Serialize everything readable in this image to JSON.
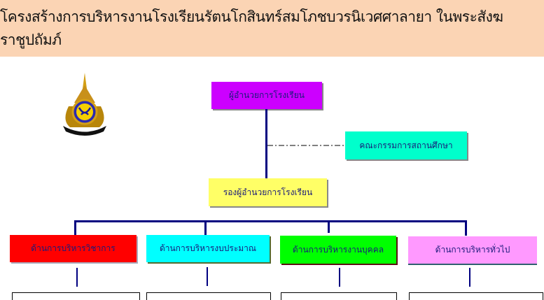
{
  "title": "โครงสร้างการบริหารงานโรงเรียนรัตนโกสินทร์สมโภชบวรนิเวศศาลายา ในพระสังฆราชูปถัมภ์",
  "logo": {
    "icon": "school-crest-logo"
  },
  "director": {
    "label": "ผู้อำนวยการโรงเรียน",
    "color": "#cc00ff"
  },
  "committee": {
    "label": "คณะกรรมการสถานศึกษา",
    "color": "#00ffcc"
  },
  "deputy": {
    "label": "รองผู้อำนวยการโรงเรียน",
    "color": "#ffff66"
  },
  "departments": [
    {
      "label": "ด้านการบริหารวิชาการ",
      "color": "#ff0000"
    },
    {
      "label": "ด้านการบริหารงบประมาณ",
      "color": "#00ffff"
    },
    {
      "label": "ด้านการบริหารงานบุคคล",
      "color": "#00ff00"
    },
    {
      "label": "ด้านการบริหารทั่วไป",
      "color": "#ff99ff"
    }
  ]
}
